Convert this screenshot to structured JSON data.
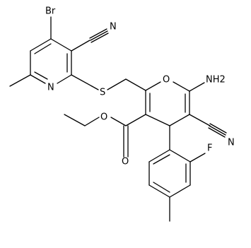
{
  "molecule": {
    "atoms": {
      "br": "Br",
      "n_nitrile_pyridine": "N",
      "n_pyridine": "N",
      "s": "S",
      "o_ring": "O",
      "amino": "NH2",
      "o_carbonyl": "O",
      "o_ester": "O",
      "n_nitrile_pyran": "N",
      "f": "F"
    },
    "colors": {
      "bond": "#000000",
      "label": "#000000",
      "background": "#ffffff"
    }
  }
}
